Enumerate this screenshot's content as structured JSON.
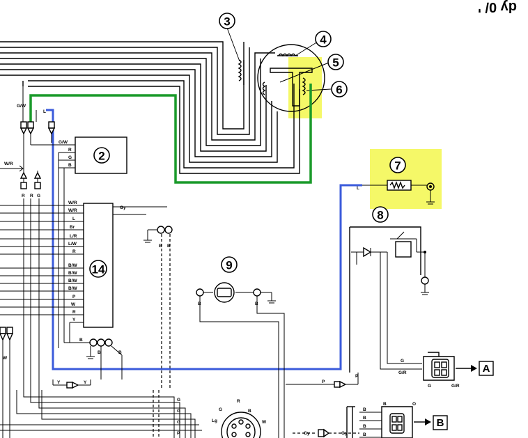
{
  "header": {
    "text": "dy 0/ '"
  },
  "callouts": [
    {
      "id": "3",
      "label": "3"
    },
    {
      "id": "4",
      "label": "4"
    },
    {
      "id": "5",
      "label": "5"
    },
    {
      "id": "6",
      "label": "6"
    },
    {
      "id": "2",
      "label": "2"
    },
    {
      "id": "7",
      "label": "7"
    },
    {
      "id": "8",
      "label": "8"
    },
    {
      "id": "9",
      "label": "9"
    },
    {
      "id": "14",
      "label": "14"
    }
  ],
  "connector_tags": {
    "a": "A",
    "b": "B"
  },
  "wire_labels": {
    "gw_top": "G/W",
    "l_top": "L",
    "gw_2": "G/W",
    "r_2": "R",
    "g_2": "G",
    "b_2": "B",
    "wr_left": "W/R",
    "r_a": "R",
    "r_b": "R",
    "g_c": "G",
    "l_7": "L",
    "gy_14": "Gy",
    "left_labels": [
      "W/R",
      "W/R",
      "L",
      "Br",
      "L/R",
      "L/W",
      "R",
      "B/W",
      "B/W",
      "B/W",
      "B/W",
      "P",
      "W",
      "R",
      "Y"
    ],
    "y_14": "Y",
    "b_ground14": "B",
    "b_c1": "B",
    "b_c2": "B",
    "b_gnd_top1": "B",
    "b_gnd_top2": "B",
    "b_9l": "B",
    "b_9r": "B",
    "b_conn": "B",
    "b_conn2": "B",
    "y_left": "Y",
    "y_right": "Y",
    "w_left": "W",
    "p_bottom": "P",
    "p_bottom2": "P",
    "g_a1": "G",
    "gr_a": "G/R",
    "g_a2": "G",
    "gr_a2": "G/R",
    "b_b1": "B",
    "b_b2": "B",
    "b_b3": "B",
    "b_b4": "B",
    "b_b5": "B",
    "o_b": "O",
    "gy_b": "Gy",
    "gy_b2": "Gy",
    "g_bot": "G",
    "r_bot": "R",
    "b_bot": "B",
    "lg_bot": "Lg",
    "w_bot": "W",
    "g_rl1": "G",
    "g_rl2": "G",
    "g_rl3": "G",
    "p_rl": "P"
  }
}
